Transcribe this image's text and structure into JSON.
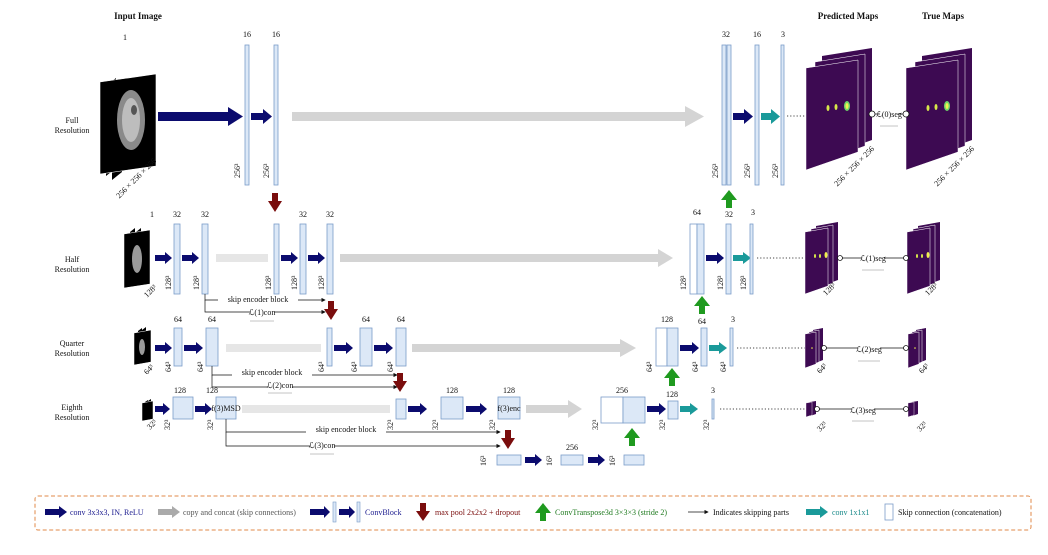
{
  "headers": {
    "input_image": "Input Image",
    "predicted_maps": "Predicted Maps",
    "true_maps": "True Maps"
  },
  "rows": {
    "full": [
      "Full",
      "Resolution"
    ],
    "half": [
      "Half",
      "Resolution"
    ],
    "quarter": [
      "Quarter",
      "Resolution"
    ],
    "eighth": [
      "Eighth",
      "Resolution"
    ]
  },
  "channels": {
    "c1": "1",
    "c16": "16",
    "c32": "32",
    "c64": "64",
    "c128": "128",
    "c256": "256",
    "c3": "3"
  },
  "dims": {
    "d256": "256³",
    "d128": "128³",
    "d64": "64³",
    "d32": "32³",
    "d16": "16³",
    "input_full": "256 × 256 × 256",
    "pred_full": "256 × 256 × 256",
    "true_full": "256 × 256 × 256"
  },
  "skip_label": "skip encoder block",
  "losses": {
    "con1": "ℒ(1)con",
    "con2": "ℒ(2)con",
    "con3": "ℒ(3)con",
    "seg0": "ℒ(0)seg",
    "seg1": "ℒ(1)seg",
    "seg2": "ℒ(2)seg",
    "seg3": "ℒ(3)seg"
  },
  "blocks": {
    "msd": "f(3)MSD",
    "enc": "f(3)enc"
  },
  "legend": {
    "conv": "conv 3x3x3, IN, ReLU",
    "copy": "copy and concat (skip connections)",
    "convblock": "ConvBlock",
    "maxpool": "max pool 2x2x2 + dropout",
    "convtranspose": "ConvTranspose3d 3×3×3 (stride 2)",
    "skipping": "Indicates skipping parts",
    "conv1": "conv 1x1x1",
    "skipconn": "Skip connection (concatenation)"
  },
  "colors": {
    "navy": "#0b0b6e",
    "gray": "#d4d4d4",
    "maroon": "#7a0d0d",
    "green": "#1f9a1f",
    "teal": "#1a9a9a",
    "block_fill": "#dce8f7",
    "block_stroke": "#7a9cc9",
    "map_purple": "#3d0a52",
    "legend_border": "#e08a4a"
  }
}
